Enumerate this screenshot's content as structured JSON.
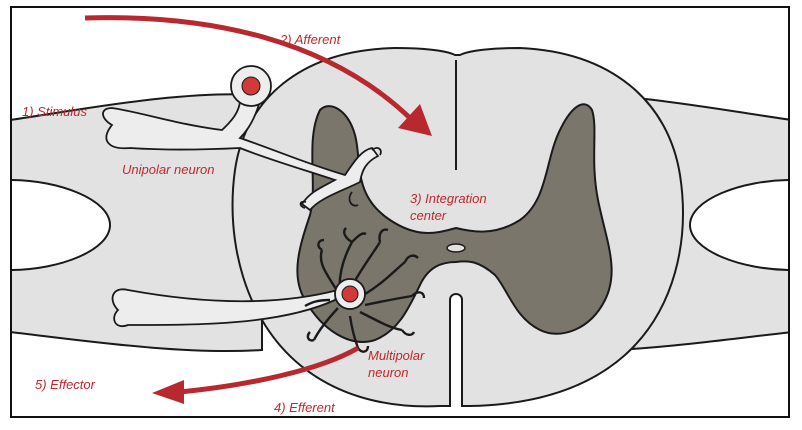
{
  "colors": {
    "label_red": "#c0282d",
    "arrow_red": "#b8292f",
    "white_matter": "#e2e2e2",
    "gray_matter": "#7a766c",
    "outline": "#1a1a1a",
    "soma": "#d23a3a",
    "neuron_fill": "#ededed"
  },
  "labels": {
    "stimulus": "1) Stimulus",
    "afferent": "2) Afferent",
    "unipolar": "Unipolar neuron",
    "integration_line1": "3) Integration",
    "integration_line2": "center",
    "multipolar_line1": "Multipolar",
    "multipolar_line2": "neuron",
    "efferent": "4) Efferent",
    "effector": "5) Effector"
  }
}
